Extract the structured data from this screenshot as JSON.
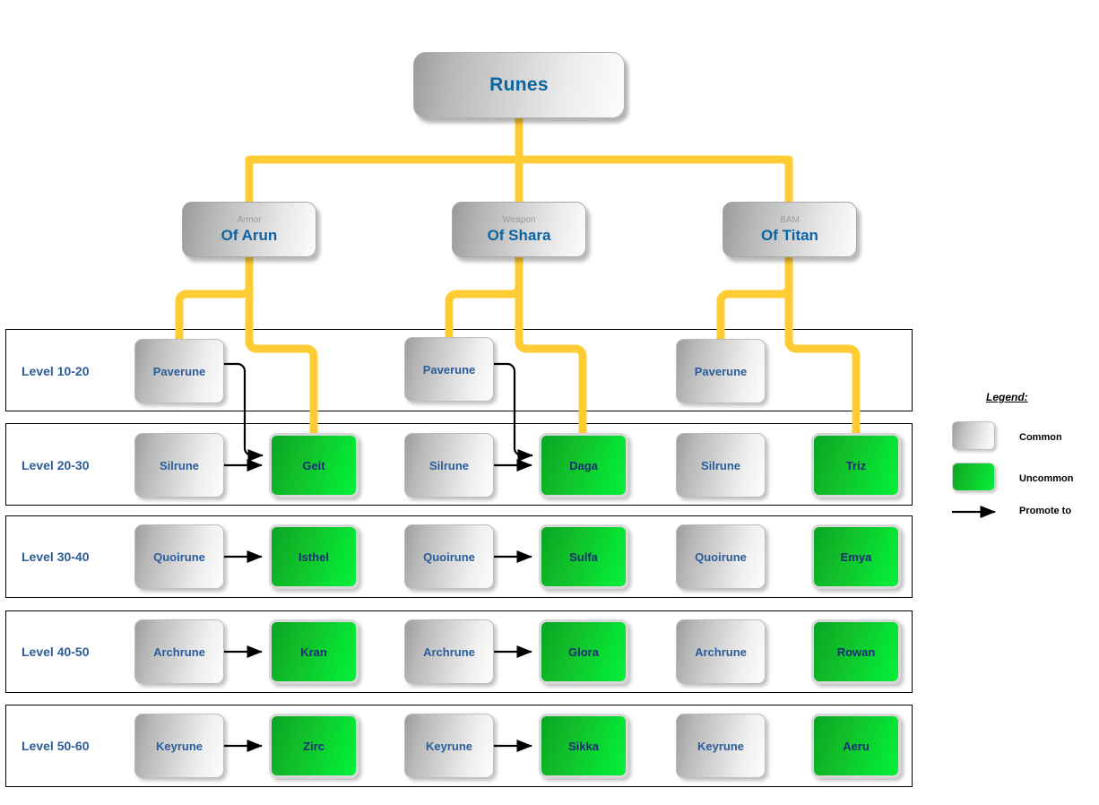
{
  "diagram": {
    "title": "Runes",
    "root": {
      "label": "Runes"
    },
    "categories": [
      {
        "kicker": "Armor",
        "label": "Of Arun"
      },
      {
        "kicker": "Weapon",
        "label": "Of Shara"
      },
      {
        "kicker": "BAM",
        "label": "Of Titan"
      }
    ],
    "levels": [
      {
        "label": "Level 10-20",
        "cells": [
          {
            "label": "Paverune",
            "rarity": "common"
          },
          {
            "label": "Paverune",
            "rarity": "common"
          },
          {
            "label": "Paverune",
            "rarity": "common"
          }
        ]
      },
      {
        "label": "Level 20-30",
        "cells": [
          {
            "label": "Silrune",
            "rarity": "common"
          },
          {
            "label": "Geit",
            "rarity": "uncommon"
          },
          {
            "label": "Silrune",
            "rarity": "common"
          },
          {
            "label": "Daga",
            "rarity": "uncommon"
          },
          {
            "label": "Silrune",
            "rarity": "common"
          },
          {
            "label": "Triz",
            "rarity": "uncommon"
          }
        ]
      },
      {
        "label": "Level 30-40",
        "cells": [
          {
            "label": "Quoirune",
            "rarity": "common"
          },
          {
            "label": "Isthel",
            "rarity": "uncommon"
          },
          {
            "label": "Quoirune",
            "rarity": "common"
          },
          {
            "label": "Sulfa",
            "rarity": "uncommon"
          },
          {
            "label": "Quoirune",
            "rarity": "common"
          },
          {
            "label": "Emya",
            "rarity": "uncommon"
          }
        ]
      },
      {
        "label": "Level 40-50",
        "cells": [
          {
            "label": "Archrune",
            "rarity": "common"
          },
          {
            "label": "Kran",
            "rarity": "uncommon"
          },
          {
            "label": "Archrune",
            "rarity": "common"
          },
          {
            "label": "Glora",
            "rarity": "uncommon"
          },
          {
            "label": "Archrune",
            "rarity": "common"
          },
          {
            "label": "Rowan",
            "rarity": "uncommon"
          }
        ]
      },
      {
        "label": "Level 50-60",
        "cells": [
          {
            "label": "Keyrune",
            "rarity": "common"
          },
          {
            "label": "Zirc",
            "rarity": "uncommon"
          },
          {
            "label": "Keyrune",
            "rarity": "common"
          },
          {
            "label": "Sikka",
            "rarity": "uncommon"
          },
          {
            "label": "Keyrune",
            "rarity": "common"
          },
          {
            "label": "Aeru",
            "rarity": "uncommon"
          }
        ]
      }
    ]
  },
  "legend": {
    "title": "Legend:",
    "items": [
      {
        "type": "swatch-common",
        "label": "Common"
      },
      {
        "type": "swatch-uncommon",
        "label": "Uncommon"
      },
      {
        "type": "arrow",
        "label": "Promote to"
      }
    ]
  },
  "colors": {
    "connector_yellow": "#ffcc33",
    "connector_black": "#000000",
    "text_blue": "#2b5d9b",
    "title_blue": "#0a64a4",
    "uncommon_green": "#06e234",
    "common_grey": "#d5d5d5",
    "kicker_grey": "#9a9a9a"
  }
}
